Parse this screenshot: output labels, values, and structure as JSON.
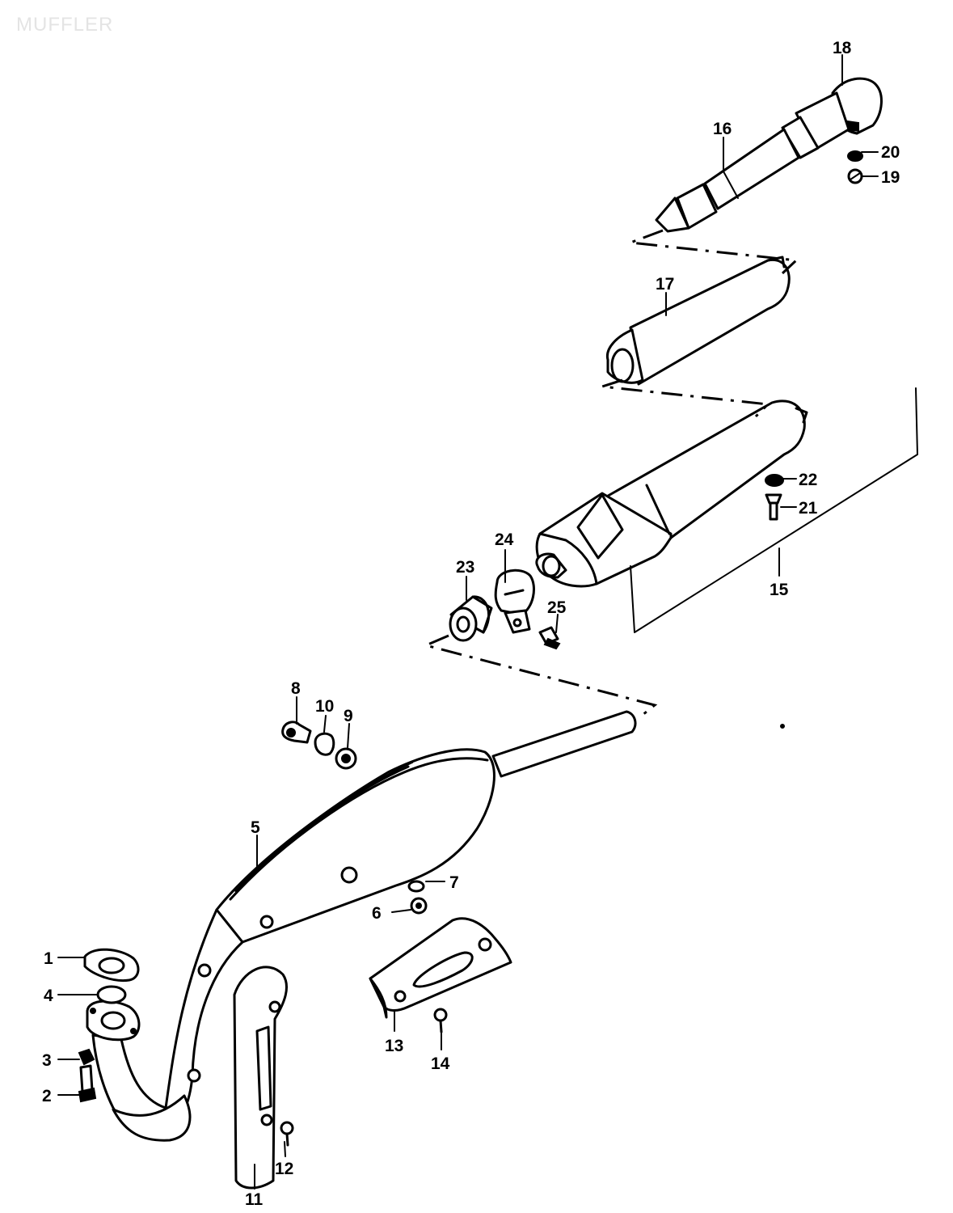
{
  "title": "MUFFLER",
  "callouts": {
    "p1": "1",
    "p2": "2",
    "p3": "3",
    "p4": "4",
    "p5": "5",
    "p6": "6",
    "p7": "7",
    "p8": "8",
    "p9": "9",
    "p10": "10",
    "p11": "11",
    "p12": "12",
    "p13": "13",
    "p14": "14",
    "p15": "15",
    "p16": "16",
    "p17": "17",
    "p18": "18",
    "p19": "19",
    "p20": "20",
    "p21": "21",
    "p22": "22",
    "p23": "23",
    "p24": "24",
    "p25": "25"
  }
}
